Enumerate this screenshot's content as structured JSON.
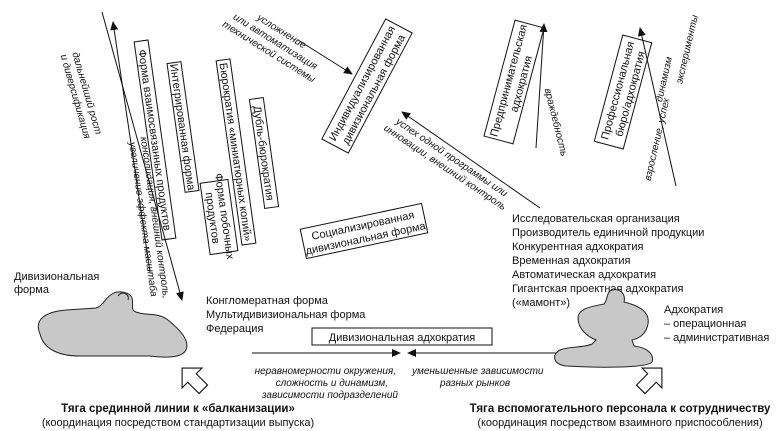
{
  "boxes": {
    "interlinked": "Форма взаимосвязанных продуктов",
    "integrated": "Интегрированная форма",
    "byproduct_1": "Форма побочных",
    "byproduct_2": "продуктов",
    "miniature": "Бюрократия «миниатюрных копий»",
    "double": "Дубль-бюрократия",
    "individualized_1": "Индивидуализированная",
    "individualized_2": "дивизиональная форма",
    "entrepreneurial_1": "Предпринимательская",
    "entrepreneurial_2": "адхократия",
    "professional_1": "Профессиональная",
    "professional_2": "бюро/адхократия",
    "socialized_1": "Социализированная",
    "socialized_2": "дивизиональная форма",
    "div_adhocracy": "Дивизиональная адхократия"
  },
  "arrow_labels": {
    "growth_1": "дальнейший рост",
    "growth_2": "и диверсификация",
    "consolidation_1": "консолидация, внешний контроль,",
    "consolidation_2": "увеличение эффекта масштаба",
    "complication_1": "усложнение",
    "complication_2": "или автоматизация",
    "complication_3": "технической системы",
    "hostility": "враждебность",
    "success_1": "успех одной программы или",
    "success_2": "инновации, внешний контроль",
    "dynamism_1": "динамизм",
    "dynamism_2": "эксперименты",
    "maturing": "взросление, успех",
    "bottom_left_1": "неравномерности окружения,",
    "bottom_left_2": "сложность и динамизм,",
    "bottom_left_3": "зависимости подразделений",
    "bottom_right_1": "уменьшенные зависимости",
    "bottom_right_2": "разных рынков"
  },
  "adhocracy_list": [
    "Исследовательская организация",
    "Производитель единичной продукции",
    "Конкурентная адхократия",
    "Временная адхократия",
    "Автоматическая адхократия",
    "Гигантская проектная адхократия",
    "(«мамонт»)"
  ],
  "divisional_list": [
    "Конгломератная форма",
    "Мультидивизиональная форма",
    "Федерация"
  ],
  "left_shape": {
    "title_1": "Дивизиональная",
    "title_2": "форма"
  },
  "right_shape": {
    "title": "Адхократия",
    "item_1": "– операционная",
    "item_2": "– административная"
  },
  "bottom": {
    "left_title": "Тяга срединной линии к «балканизации»",
    "left_sub": "(координация посредством стандартизации выпуска)",
    "right_title": "Тяга вспомогательного персонала к сотрудничеству",
    "right_sub": "(координация посредством взаимного приспособления)"
  }
}
